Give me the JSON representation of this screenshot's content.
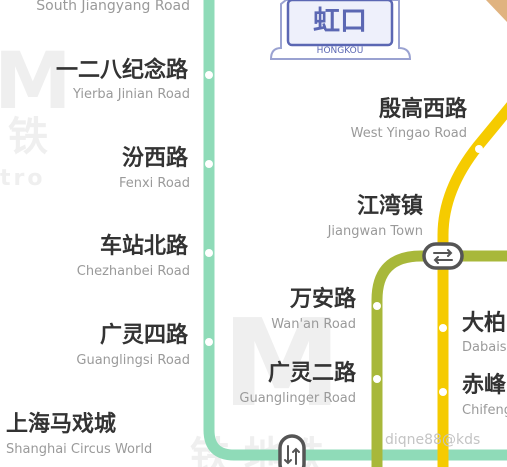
{
  "colors": {
    "line_green": "#8fdbb8",
    "line_yellow": "#f5cb00",
    "line_olive": "#a8b83a",
    "district_blue": "#5b67b3",
    "district_fill": "#eef0fb",
    "district_frame": "#9aa2d1"
  },
  "district": {
    "name_cn": "虹口",
    "name_en": "HONGKOU"
  },
  "stations": [
    {
      "id": "south-jiangyang-road",
      "cn": "",
      "en": "South Jiangyang Road"
    },
    {
      "id": "yierba-jinian-road",
      "cn": "一二八纪念路",
      "en": "Yierba Jinian Road"
    },
    {
      "id": "fenxi-road",
      "cn": "汾西路",
      "en": "Fenxi Road"
    },
    {
      "id": "chezhanbei-road",
      "cn": "车站北路",
      "en": "Chezhanbei Road"
    },
    {
      "id": "guanglingsi-road",
      "cn": "广灵四路",
      "en": "Guanglingsi Road"
    },
    {
      "id": "shanghai-circus-world",
      "cn": "上海马戏城",
      "en": "Shanghai Circus World"
    },
    {
      "id": "west-yingao-road",
      "cn": "殷高西路",
      "en": "West Yingao Road"
    },
    {
      "id": "jiangwan-town",
      "cn": "江湾镇",
      "en": "Jiangwan Town"
    },
    {
      "id": "wanan-road",
      "cn": "万安路",
      "en": "Wan'an Road"
    },
    {
      "id": "guanglinger-road",
      "cn": "广灵二路",
      "en": "Guanglinger Road"
    },
    {
      "id": "dabaishu",
      "cn": "大柏",
      "en": "Dabais"
    },
    {
      "id": "chifeng-road",
      "cn": "赤峰",
      "en": "Chifeng"
    }
  ],
  "watermark_text": "diqne88@kds"
}
